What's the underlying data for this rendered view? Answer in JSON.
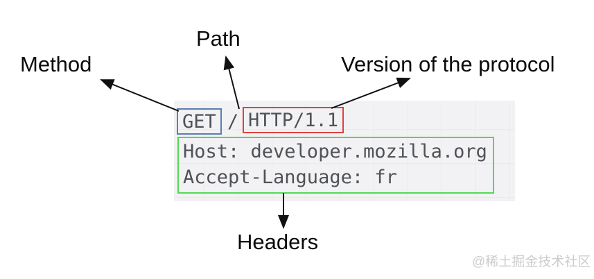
{
  "labels": {
    "method": "Method",
    "path": "Path",
    "version": "Version of the protocol",
    "headers": "Headers"
  },
  "request": {
    "method": "GET",
    "path": "/",
    "version": "HTTP/1.1",
    "headers": [
      "Host: developer.mozilla.org",
      "Accept-Language: fr"
    ]
  },
  "watermark": {
    "text": "@稀土掘金技术社区"
  },
  "colors": {
    "method-box": "#5b7db1",
    "version-box": "#e0403e",
    "headers-box": "#53da53",
    "code-text": "#4f5256",
    "label-text": "#0a0a0a",
    "watermark": "#cccccc"
  }
}
